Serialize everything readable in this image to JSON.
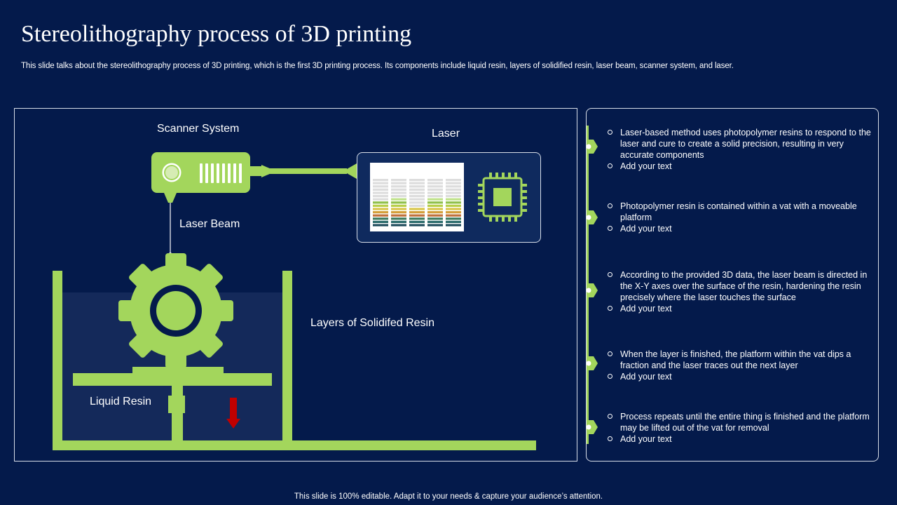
{
  "header": {
    "title": "Stereolithography process of 3D printing",
    "subtitle": "This slide talks about the stereolithography process of 3D printing, which is the first 3D printing process. Its components include liquid resin, layers of solidified resin, laser beam, scanner system, and laser."
  },
  "diagram": {
    "labels": {
      "scanner_system": "Scanner System",
      "laser": "Laser",
      "laser_beam": "Laser Beam",
      "layers": "Layers of Solidifed Resin",
      "liquid_resin": "Liquid Resin"
    },
    "colors": {
      "accent": "#a3d65c",
      "arrow": "#c00000",
      "vat_fill": "#14295a"
    }
  },
  "steps": [
    {
      "text": "Laser-based method uses photopolymer resins to respond to the laser and cure to create a solid precision, resulting in very accurate components",
      "sub": "Add your text"
    },
    {
      "text": "Photopolymer resin is contained within a vat with a moveable  platform",
      "sub": "Add your text"
    },
    {
      "text": "According to the provided  3D data, the laser beam is directed in the X-Y  axes over  the surface of the resin, hardening the resin precisely where the laser touches the surface",
      "sub": "Add your text"
    },
    {
      "text": "When the layer is finished, the platform within the vat dips a fraction and the laser traces out the next layer",
      "sub": "Add your text"
    },
    {
      "text": "Process repeats until the entire thing is finished and the platform may be lifted out of the vat for removal",
      "sub": "Add your text"
    }
  ],
  "footer": "This slide is 100% editable. Adapt it to your needs & capture your audience’s attention."
}
